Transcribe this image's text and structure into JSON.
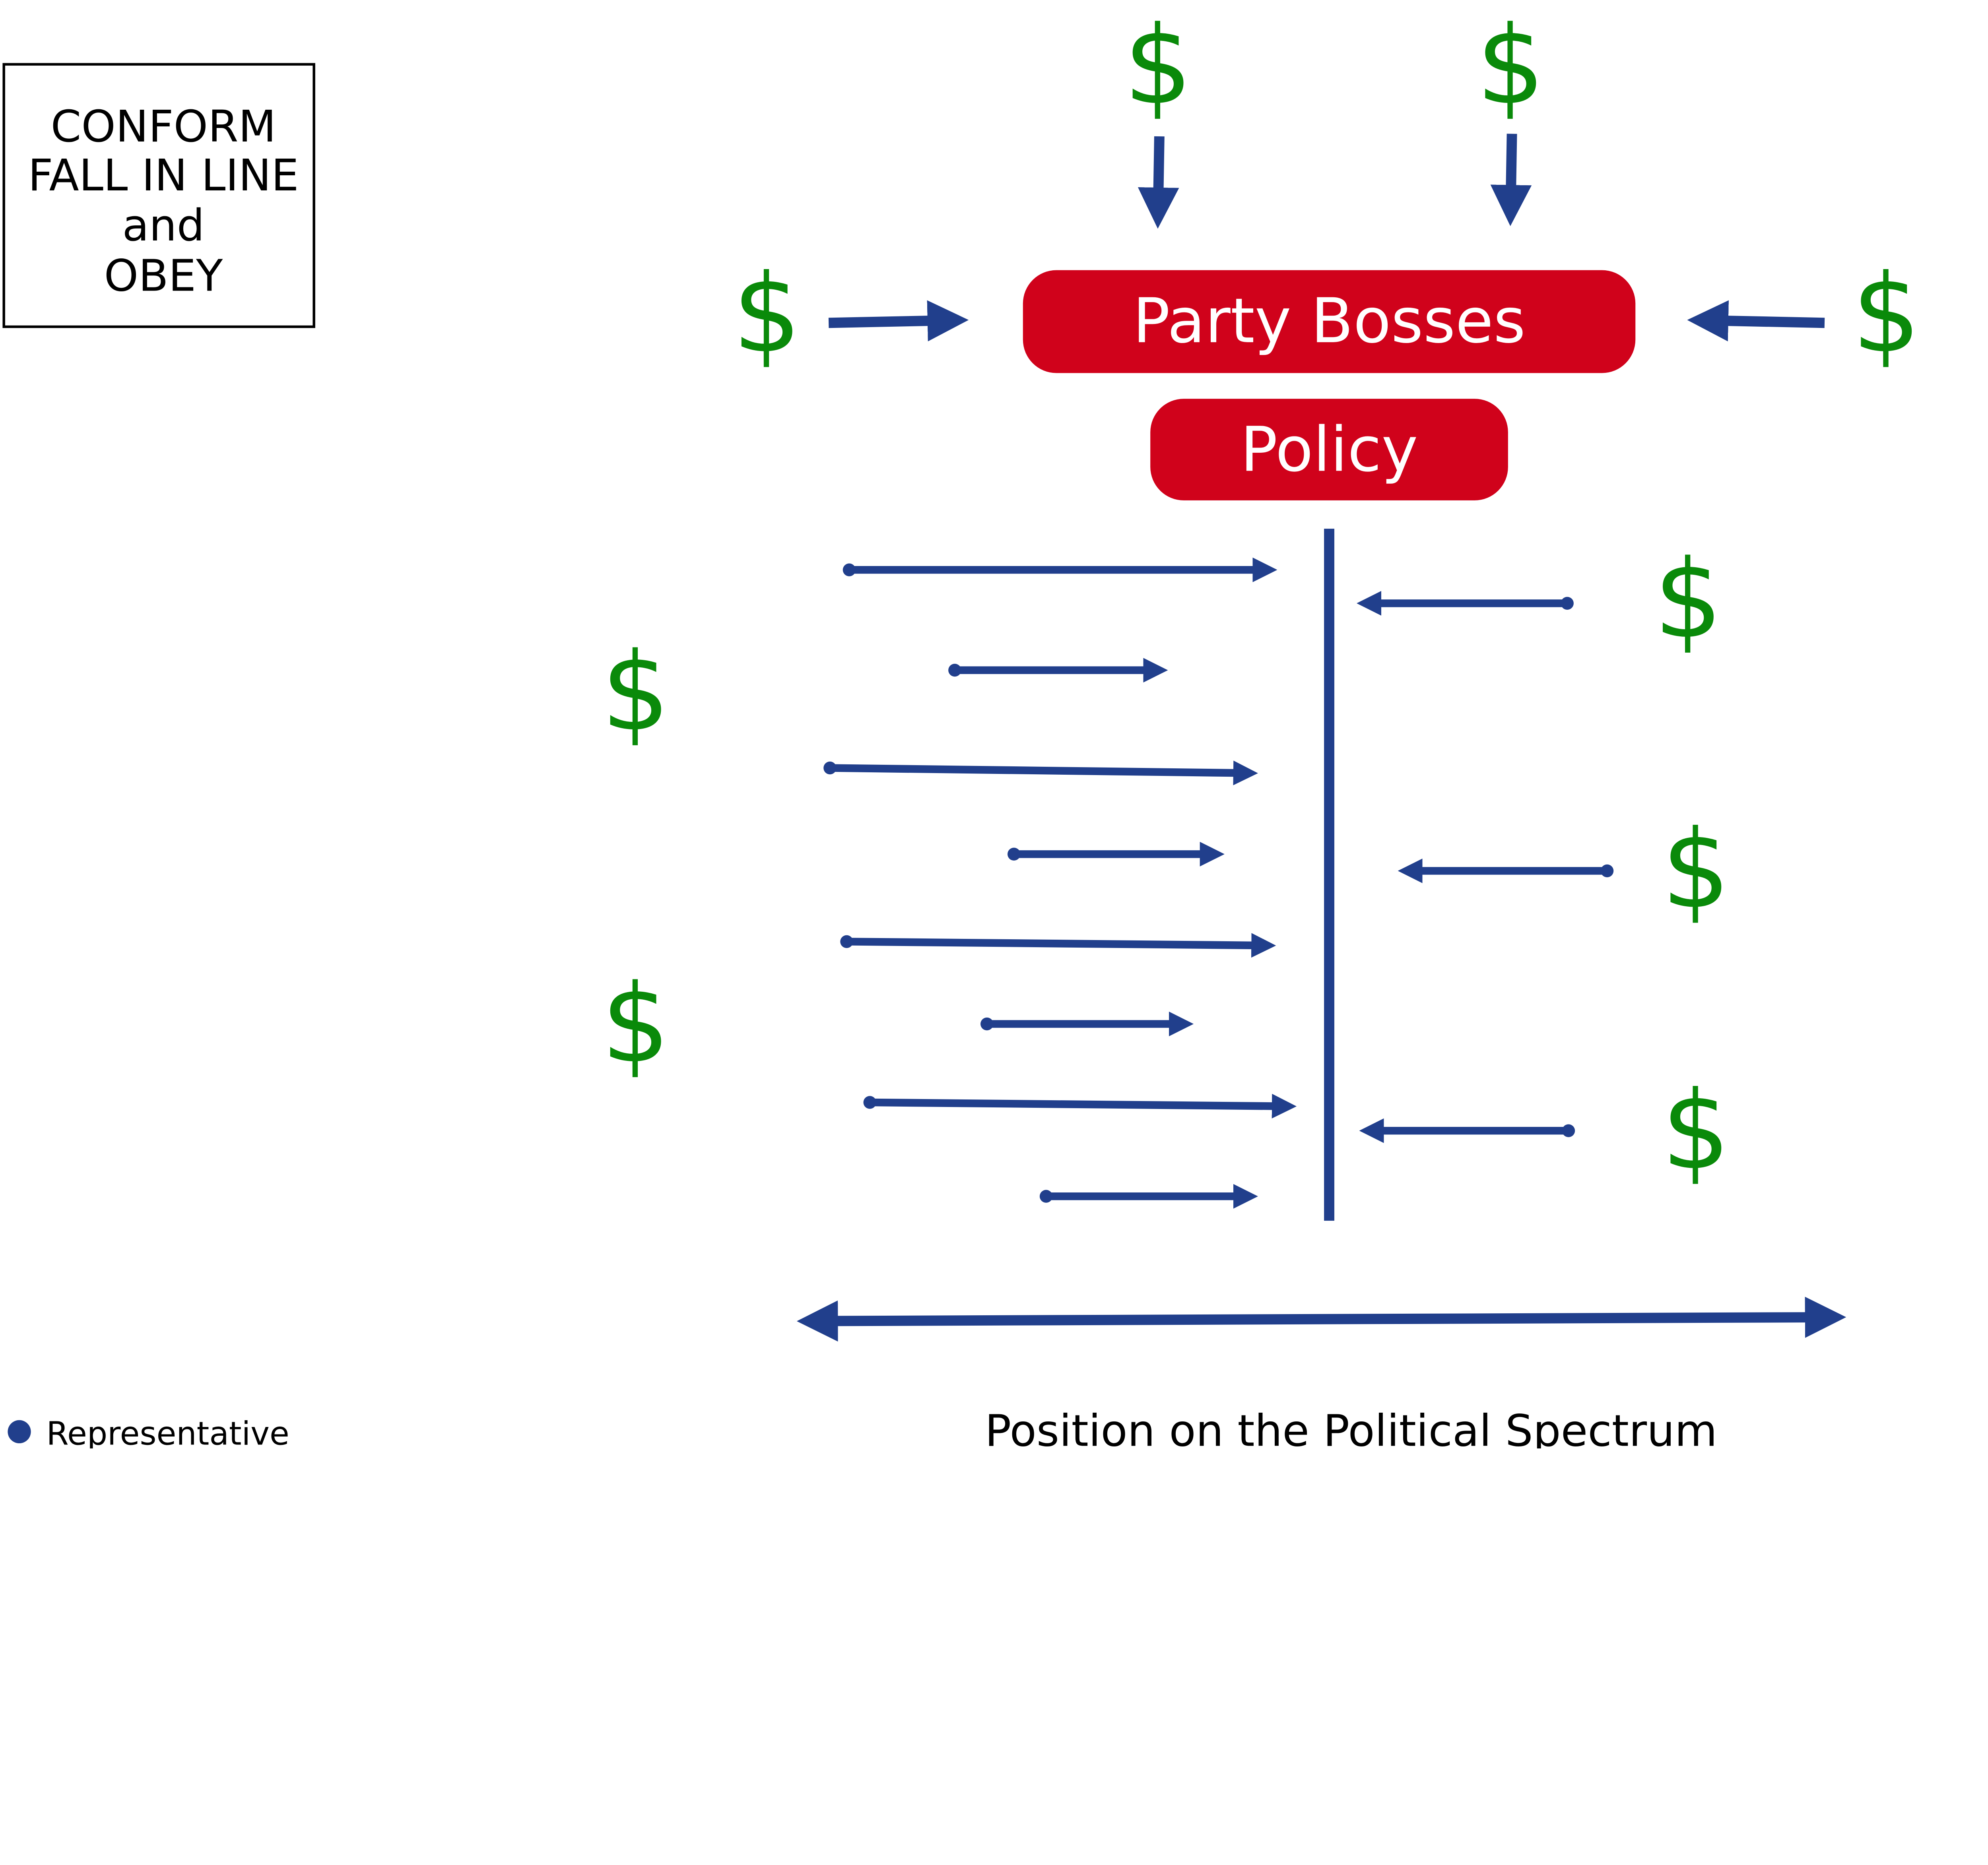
{
  "notice_box": {
    "lines": [
      "CONFORM",
      "FALL IN LINE",
      "and",
      "OBEY"
    ]
  },
  "boxes": {
    "party_bosses": "Party Bosses",
    "policy": "Policy"
  },
  "money_symbol": "$",
  "legend": {
    "marker_label": "Representative"
  },
  "axis_label": "Position on the Political Spectrum",
  "colors": {
    "arrow": "#213f8c",
    "box": "#d0021b",
    "money": "#0a8a0a",
    "text": "#000000"
  },
  "icons": [
    "dollar-icon",
    "arrow-icon",
    "representative-dot-icon"
  ]
}
